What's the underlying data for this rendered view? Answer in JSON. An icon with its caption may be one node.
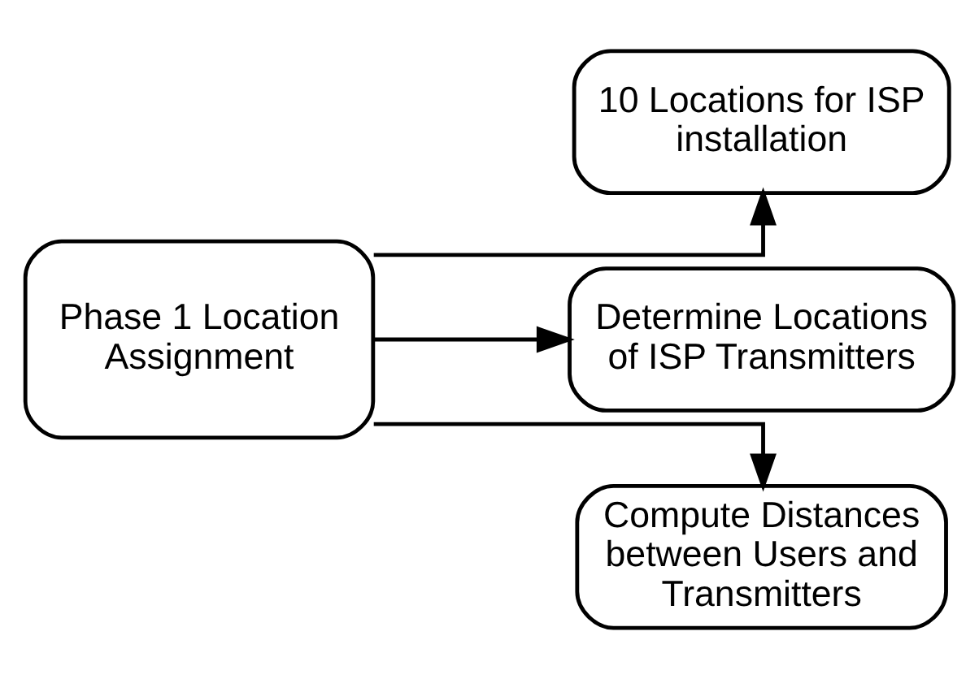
{
  "diagram": {
    "nodes": [
      {
        "text": [
          "Phase 1 Location Assignment"
        ]
      },
      {
        "text": [
          "10 Locations for ISP installation"
        ]
      },
      {
        "text": [
          "Determine Locations of ISP Transmitters"
        ]
      },
      {
        "text": [
          "Compute Distances between Users and Transmitters"
        ]
      }
    ],
    "edges": [
      {
        "from": 0,
        "to": 1,
        "arrow": "to"
      },
      {
        "from": 0,
        "to": 2,
        "arrow": "to"
      },
      {
        "from": 0,
        "to": 3,
        "arrow": "to"
      }
    ]
  }
}
